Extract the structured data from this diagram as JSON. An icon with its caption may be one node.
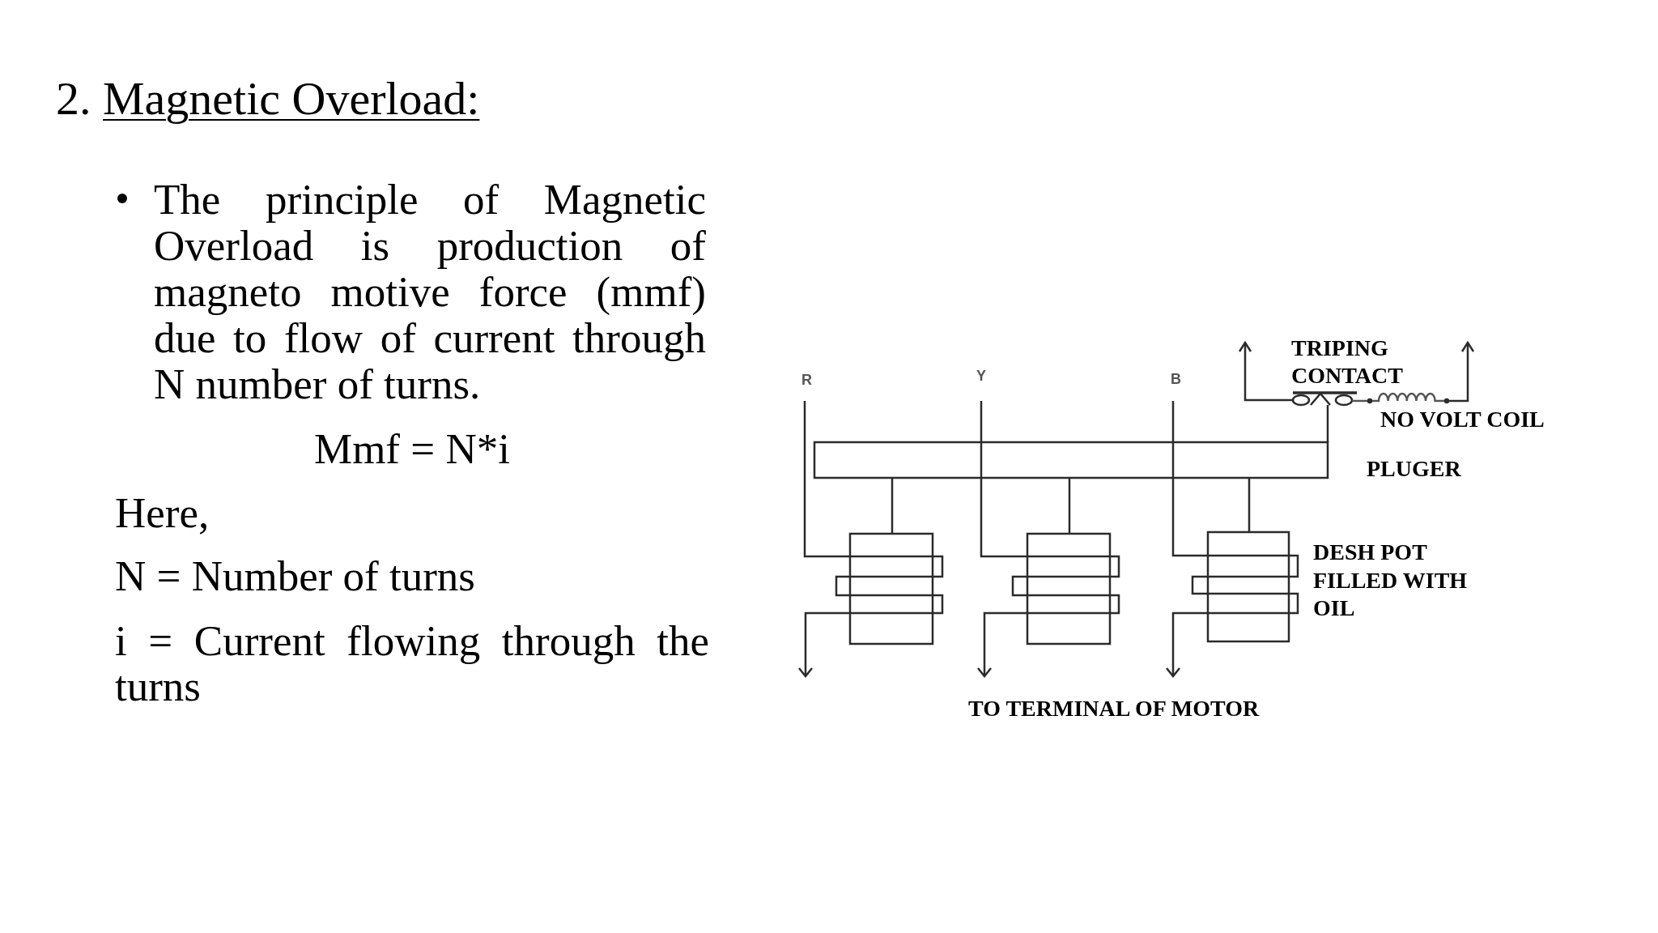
{
  "diagram": {
    "title": "2. Magnetic Overload:",
    "labels": [
      "The principle of Magnetic Overload is production of magneto motive force (mmf) due to flow of current through N number of turns.",
      "Mmf = N*i",
      "Here,",
      "N = Number of turns",
      "i = Current flowing through the turns",
      "R",
      "Y",
      "B",
      "TRIPING CONTACT",
      "NO VOLT COIL",
      "PLUGER",
      "DESH POT FILLED WITH OIL",
      "TO TERMINAL OF MOTOR"
    ]
  }
}
